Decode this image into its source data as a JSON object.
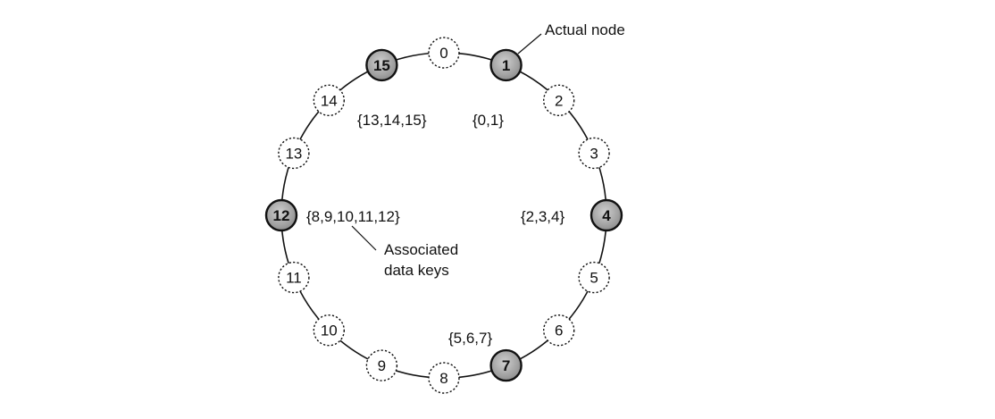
{
  "nodes": [
    {
      "id": "0",
      "actual": false
    },
    {
      "id": "1",
      "actual": true
    },
    {
      "id": "2",
      "actual": false
    },
    {
      "id": "3",
      "actual": false
    },
    {
      "id": "4",
      "actual": true
    },
    {
      "id": "5",
      "actual": false
    },
    {
      "id": "6",
      "actual": false
    },
    {
      "id": "7",
      "actual": true
    },
    {
      "id": "8",
      "actual": false
    },
    {
      "id": "9",
      "actual": false
    },
    {
      "id": "10",
      "actual": false
    },
    {
      "id": "11",
      "actual": false
    },
    {
      "id": "12",
      "actual": true
    },
    {
      "id": "13",
      "actual": false
    },
    {
      "id": "14",
      "actual": false
    },
    {
      "id": "15",
      "actual": true
    }
  ],
  "key_sets": {
    "node_1": "{0,1}",
    "node_4": "{2,3,4}",
    "node_7": "{5,6,7}",
    "node_12": "{8,9,10,11,12}",
    "node_15": "{13,14,15}"
  },
  "callouts": {
    "actual_node": "Actual node",
    "associated_line1": "Associated",
    "associated_line2": "data keys"
  },
  "colors": {
    "actual_fill": "#9a9a9a",
    "virtual_fill": "#ffffff",
    "stroke": "#111111"
  }
}
